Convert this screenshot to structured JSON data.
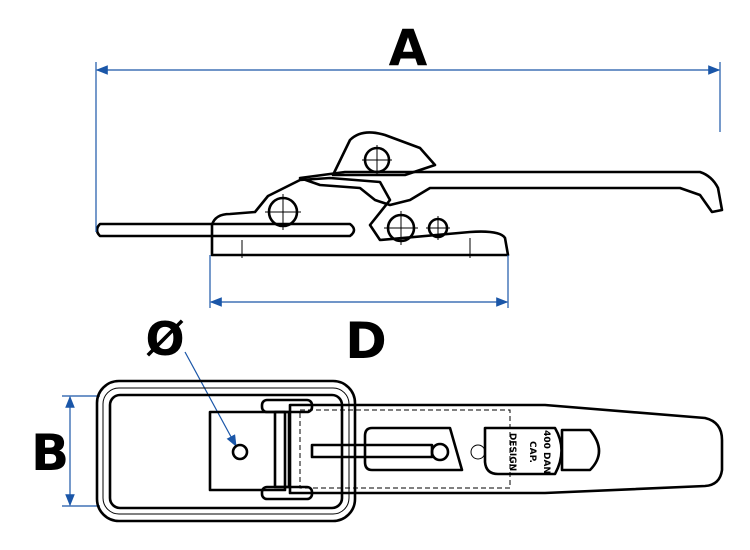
{
  "labels": {
    "a": "A",
    "b": "B",
    "d": "D",
    "diameter": "Ø"
  },
  "stamp": {
    "design": "DESIGN",
    "cap_line1": "CAP.",
    "cap_line2": "400 DAN"
  },
  "colors": {
    "dimension": "#1a56a8",
    "outline": "#000000"
  }
}
